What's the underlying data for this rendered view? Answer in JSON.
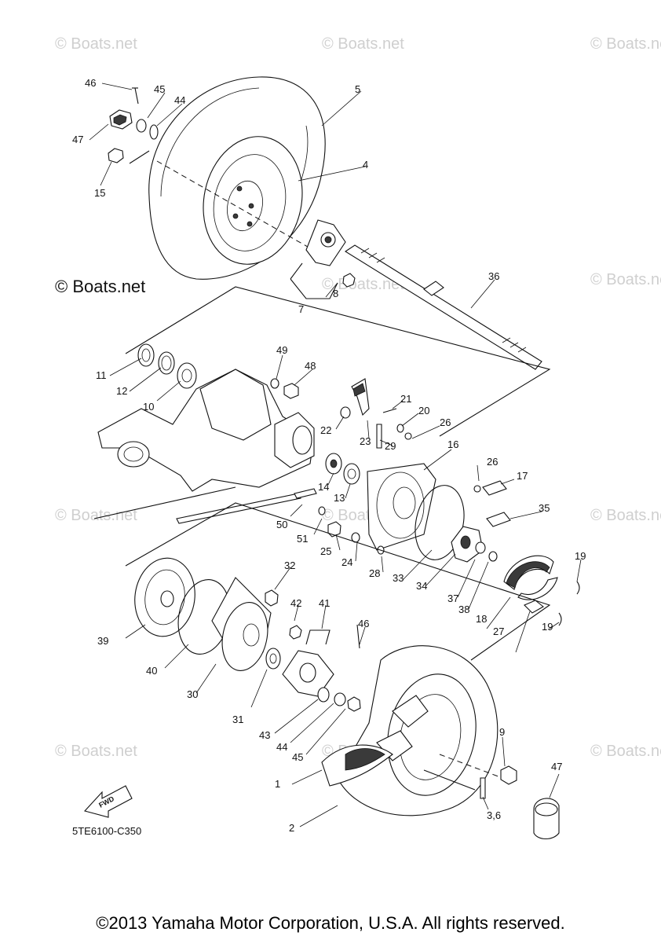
{
  "watermarks": [
    "© Boats.net",
    "© Boats.net",
    "© Boats.net",
    "© Boats.net",
    "© Boats.net",
    "© Boats.net",
    "© Boats.net",
    "© Boats.net",
    "© Boats.net",
    "© Boats.net",
    "© Boats.net"
  ],
  "callouts": {
    "c46a": "46",
    "c45a": "45",
    "c44a": "44",
    "c47a": "47",
    "c15": "15",
    "c5": "5",
    "c4": "4",
    "c7": "7",
    "c8": "8",
    "c36": "36",
    "c11": "11",
    "c12": "12",
    "c10": "10",
    "c49": "49",
    "c48": "48",
    "c21": "21",
    "c20": "20",
    "c22": "22",
    "c23": "23",
    "c29": "29",
    "c26a": "26",
    "c16": "16",
    "c14": "14",
    "c13": "13",
    "c26b": "26",
    "c17": "17",
    "c35": "35",
    "c50": "50",
    "c51": "51",
    "c25": "25",
    "c24": "24",
    "c28": "28",
    "c33": "33",
    "c34": "34",
    "c37": "37",
    "c38": "38",
    "c19a": "19",
    "c18": "18",
    "c27": "27",
    "c19b": "19",
    "c32": "32",
    "c39": "39",
    "c40": "40",
    "c30": "30",
    "c42": "42",
    "c41": "41",
    "c46b": "46",
    "c31": "31",
    "c43": "43",
    "c44b": "44",
    "c45b": "45",
    "c9": "9",
    "c47b": "47",
    "c1": "1",
    "c2": "2",
    "c36b": "3,6"
  },
  "fwd_label": "FWD",
  "diagram_code": "5TE6100-C350",
  "big_watermark": "© Boats.net",
  "copyright": "©2013 Yamaha Motor Corporation, U.S.A. All rights reserved."
}
